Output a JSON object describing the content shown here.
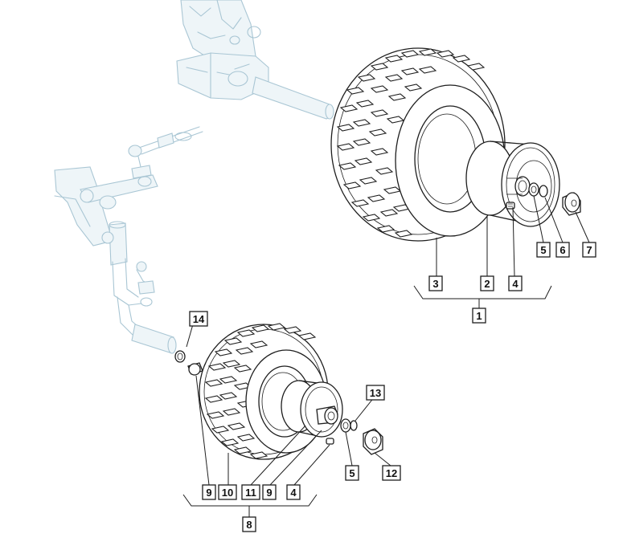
{
  "callouts": {
    "rear_group_number": "1",
    "rear_tyre": "3",
    "rear_rim": "2",
    "rear_valve": "4",
    "rear_washer": "5",
    "rear_circlip": "6",
    "rear_cap": "7",
    "front_group_number": "8",
    "front_bushing_inner": "9",
    "front_tyre": "10",
    "front_rim": "11",
    "front_bushing_outer": "9",
    "front_valve": "4",
    "front_washer": "5",
    "front_spacer": "14",
    "front_circlip": "13",
    "front_cap": "12"
  },
  "colors": {
    "ghost_line": "#a9c6d4",
    "ink": "#1e1e1e",
    "background": "#ffffff"
  }
}
